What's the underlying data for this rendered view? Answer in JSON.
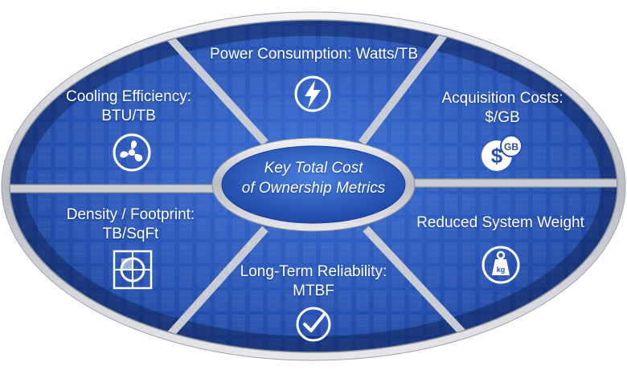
{
  "center": {
    "line1": "Key Total Cost",
    "line2": "of Ownership Metrics"
  },
  "segments": [
    {
      "id": "power",
      "line1": "Power Consumption: Watts/TB",
      "line2": "",
      "icon": "lightning-bolt-icon"
    },
    {
      "id": "acquisition",
      "line1": "Acquisition Costs:",
      "line2": "$/GB",
      "icon": "dollar-gb-icon"
    },
    {
      "id": "weight",
      "line1": "Reduced System Weight",
      "line2": "",
      "icon": "kg-weight-icon"
    },
    {
      "id": "reliability",
      "line1": "Long-Term Reliability:",
      "line2": "MTBF",
      "icon": "checkmark-badge-icon"
    },
    {
      "id": "density",
      "line1": "Density / Footprint:",
      "line2": "TB/SqFt",
      "icon": "footprint-grid-icon"
    },
    {
      "id": "cooling",
      "line1": "Cooling Efficiency:",
      "line2": "BTU/TB",
      "icon": "fan-icon"
    }
  ],
  "colors": {
    "segment_blue": "#2a56b8",
    "segment_dark": "#14307a",
    "rim_silver": "#c8ccd2",
    "center_blue": "#2d5fc4"
  }
}
